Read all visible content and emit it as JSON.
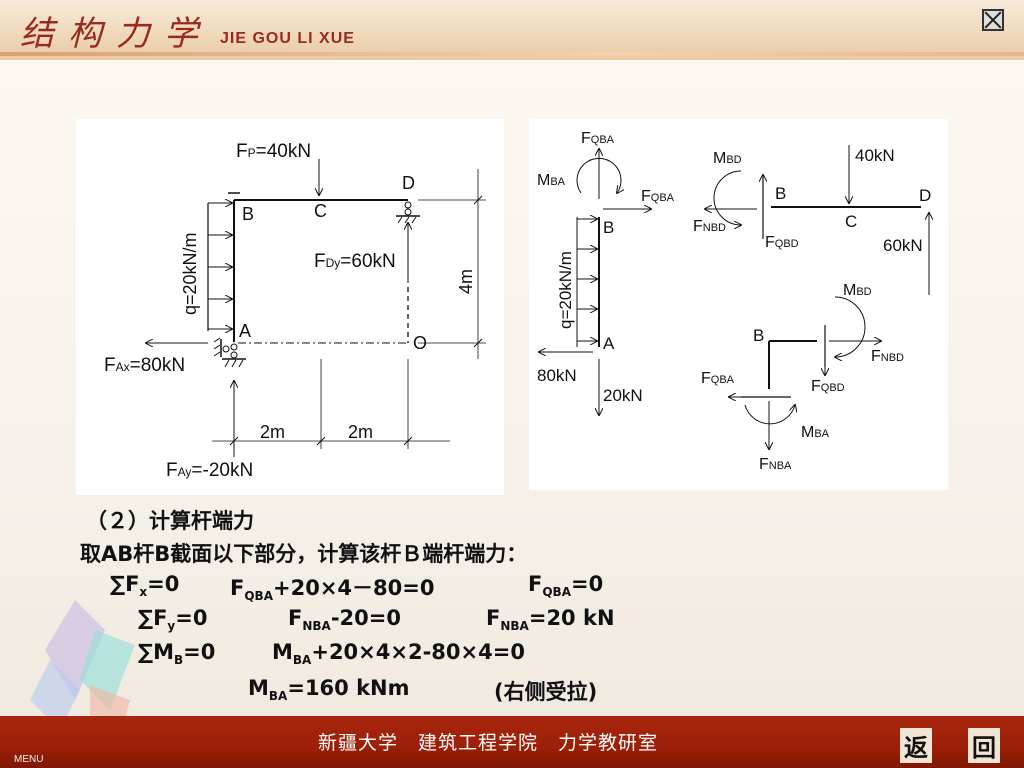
{
  "header": {
    "title_cn": "结构力学",
    "title_pinyin": "JIE GOU LI XUE"
  },
  "left_figure": {
    "fp": "F",
    "fp_sub": "P",
    "fp_val": "=40kN",
    "q": "q=20kN/m",
    "label_b": "B",
    "label_c": "C",
    "label_d": "D",
    "label_a": "A",
    "label_o": "O",
    "fdy": "F",
    "fdy_sub": "Dy",
    "fdy_val": "=60kN",
    "fax": "F",
    "fax_sub": "Ax",
    "fax_val": "=80kN",
    "fay": "F",
    "fay_sub": "Ay",
    "fay_val": "=-20kN",
    "dim_4m": "4m",
    "dim_2m_a": "2m",
    "dim_2m_b": "2m"
  },
  "right_figure": {
    "fqba": "F",
    "fqba_sub": "QBA",
    "mba": "M",
    "mba_sub": "BA",
    "fqba2": "F",
    "fqba2_sub": "QBA",
    "label_b1": "B",
    "label_a": "A",
    "q": "q=20kN/m",
    "load_80": "80kN",
    "load_20": "20kN",
    "mbd": "M",
    "mbd_sub": "BD",
    "fnbd": "F",
    "fnbd_sub": "NBD",
    "fqbd": "F",
    "fqbd_sub": "QBD",
    "label_b2": "B",
    "label_c": "C",
    "label_d": "D",
    "load_40": "40kN",
    "load_60": "60kN",
    "mbd2": "M",
    "mbd2_sub": "BD",
    "label_b3": "B",
    "fnbd2": "F",
    "fnbd2_sub": "NBD",
    "fqbd2": "F",
    "fqbd2_sub": "QBD",
    "fqba3": "F",
    "fqba3_sub": "QBA",
    "mba2": "M",
    "mba2_sub": "BA",
    "fnba": "F",
    "fnba_sub": "NBA"
  },
  "content": {
    "heading": "（２）计算杆端力",
    "intro": "取AB杆B截面以下部分，计算该杆Ｂ端杆端力：",
    "eq1_sum": "∑F",
    "eq1_sub": "x",
    "eq1_rest": "=0",
    "eq1_mid_f": "F",
    "eq1_mid_sub": "QBA",
    "eq1_mid_rest": "+20×4－80=0",
    "eq1_res_f": "F",
    "eq1_res_sub": "QBA",
    "eq1_res_rest": "=0",
    "eq2_sum": "∑F",
    "eq2_sub": "y",
    "eq2_rest": "=0",
    "eq2_mid_f": "F",
    "eq2_mid_sub": "NBA",
    "eq2_mid_rest": "-20=0",
    "eq2_res_f": "F",
    "eq2_res_sub": "NBA",
    "eq2_res_rest": "=20 kN",
    "eq3_sum": "∑M",
    "eq3_sub": "B",
    "eq3_rest": "=0",
    "eq3_mid_f": "M",
    "eq3_mid_sub": "BA",
    "eq3_mid_rest": "+20×4×2-80×4=0",
    "eq4_f": "M",
    "eq4_sub": "BA",
    "eq4_rest": "=160 kNm",
    "eq4_note": "(右侧受拉)"
  },
  "footer": {
    "org": "新疆大学　建筑工程学院　力学教研室",
    "back_label": "返",
    "return_label": "回",
    "menu_label": "MENU"
  },
  "colors": {
    "footer": "#9c1f08",
    "title": "#9a2a1e"
  }
}
